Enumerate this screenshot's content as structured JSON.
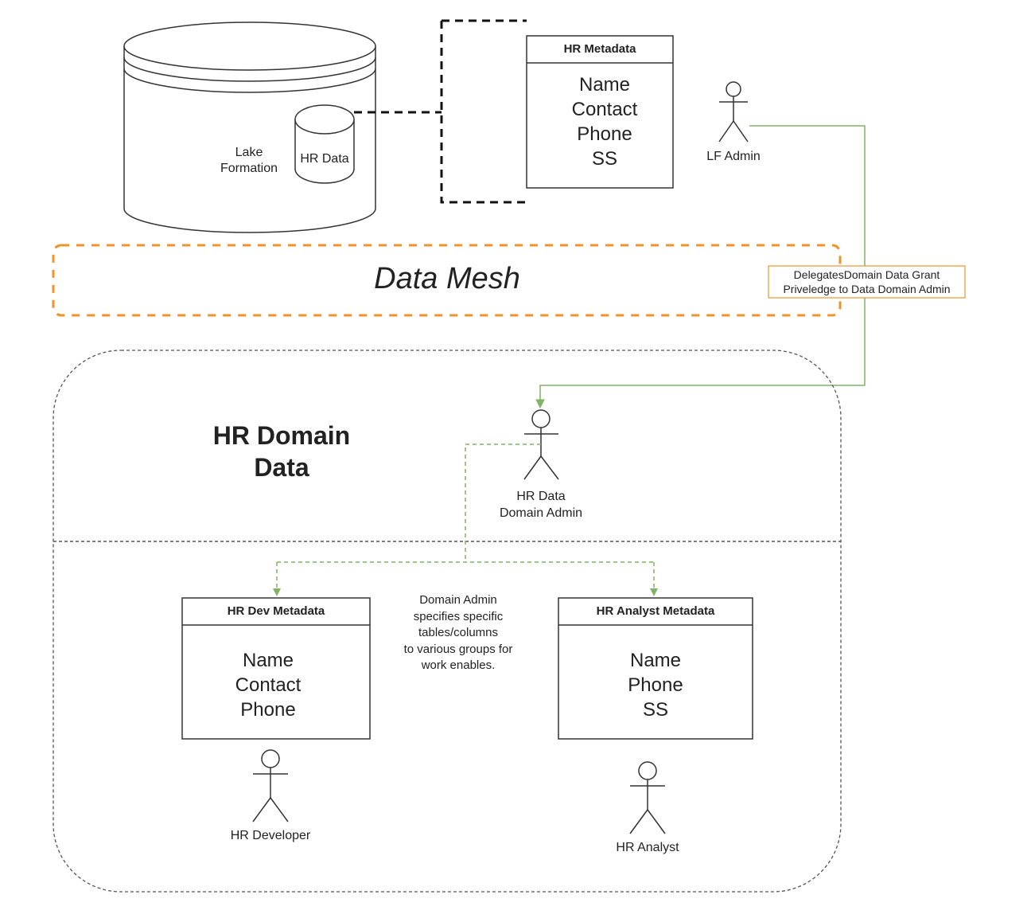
{
  "lake": {
    "label_line1": "Lake",
    "label_line2": "Formation",
    "inner_label": "HR Data"
  },
  "hr_metadata": {
    "header": "HR Metadata",
    "fields": [
      "Name",
      "Contact",
      "Phone",
      "SS"
    ]
  },
  "lf_admin": {
    "label": "LF Admin"
  },
  "data_mesh": {
    "label": "Data Mesh"
  },
  "delegation": {
    "line1": "DelegatesDomain Data Grant",
    "line2": "Priveledge to Data Domain Admin"
  },
  "domain": {
    "title_line1": "HR Domain",
    "title_line2": "Data"
  },
  "domain_admin": {
    "line1": "HR Data",
    "line2": "Domain Admin"
  },
  "note": {
    "lines": [
      "Domain Admin",
      "specifies specific",
      "tables/columns",
      "to various groups for",
      "work enables."
    ]
  },
  "dev_metadata": {
    "header": "HR Dev Metadata",
    "fields": [
      "Name",
      "Contact",
      "Phone"
    ]
  },
  "analyst_metadata": {
    "header": "HR Analyst Metadata",
    "fields": [
      "Name",
      "Phone",
      "SS"
    ]
  },
  "developer": {
    "label": "HR Developer"
  },
  "analyst": {
    "label": "HR Analyst"
  },
  "colors": {
    "green": "#82b366",
    "orange": "#f0932b",
    "line": "#333333"
  }
}
